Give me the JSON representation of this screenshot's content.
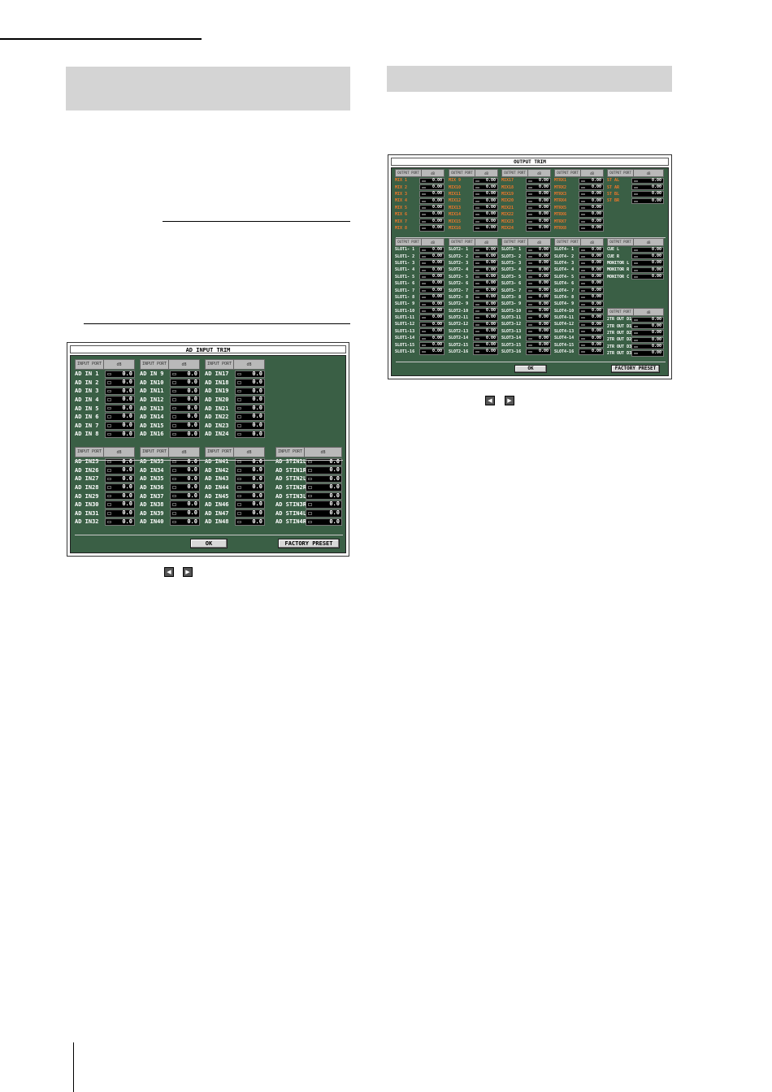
{
  "ad_input_trim": {
    "title": "AD INPUT TRIM",
    "header_port": "INPUT PORT",
    "header_db": "dB",
    "ok": "OK",
    "factory_preset": "FACTORY PRESET",
    "groups": [
      {
        "rows": [
          [
            "AD IN 1",
            "0.0"
          ],
          [
            "AD IN 2",
            "0.0"
          ],
          [
            "AD IN 3",
            "0.0"
          ],
          [
            "AD IN 4",
            "0.0"
          ],
          [
            "AD IN 5",
            "0.0"
          ],
          [
            "AD IN 6",
            "0.0"
          ],
          [
            "AD IN 7",
            "0.0"
          ],
          [
            "AD IN 8",
            "0.0"
          ]
        ]
      },
      {
        "rows": [
          [
            "AD IN 9",
            "0.0"
          ],
          [
            "AD IN10",
            "0.0"
          ],
          [
            "AD IN11",
            "0.0"
          ],
          [
            "AD IN12",
            "0.0"
          ],
          [
            "AD IN13",
            "0.0"
          ],
          [
            "AD IN14",
            "0.0"
          ],
          [
            "AD IN15",
            "0.0"
          ],
          [
            "AD IN16",
            "0.0"
          ]
        ]
      },
      {
        "rows": [
          [
            "AD IN17",
            "0.0"
          ],
          [
            "AD IN18",
            "0.0"
          ],
          [
            "AD IN19",
            "0.0"
          ],
          [
            "AD IN20",
            "0.0"
          ],
          [
            "AD IN21",
            "0.0"
          ],
          [
            "AD IN22",
            "0.0"
          ],
          [
            "AD IN23",
            "0.0"
          ],
          [
            "AD IN24",
            "0.0"
          ]
        ]
      },
      {
        "rows": [
          [
            "AD IN25",
            "0.0"
          ],
          [
            "AD IN26",
            "0.0"
          ],
          [
            "AD IN27",
            "0.0"
          ],
          [
            "AD IN28",
            "0.0"
          ],
          [
            "AD IN29",
            "0.0"
          ],
          [
            "AD IN30",
            "0.0"
          ],
          [
            "AD IN31",
            "0.0"
          ],
          [
            "AD IN32",
            "0.0"
          ]
        ]
      },
      {
        "rows": [
          [
            "AD IN33",
            "0.0"
          ],
          [
            "AD IN34",
            "0.0"
          ],
          [
            "AD IN35",
            "0.0"
          ],
          [
            "AD IN36",
            "0.0"
          ],
          [
            "AD IN37",
            "0.0"
          ],
          [
            "AD IN38",
            "0.0"
          ],
          [
            "AD IN39",
            "0.0"
          ],
          [
            "AD IN40",
            "0.0"
          ]
        ]
      },
      {
        "rows": [
          [
            "AD IN41",
            "0.0"
          ],
          [
            "AD IN42",
            "0.0"
          ],
          [
            "AD IN43",
            "0.0"
          ],
          [
            "AD IN44",
            "0.0"
          ],
          [
            "AD IN45",
            "0.0"
          ],
          [
            "AD IN46",
            "0.0"
          ],
          [
            "AD IN47",
            "0.0"
          ],
          [
            "AD IN48",
            "0.0"
          ]
        ]
      },
      {
        "rows": [
          [
            "AD STIN1L",
            "0.0"
          ],
          [
            "AD STIN1R",
            "0.0"
          ],
          [
            "AD STIN2L",
            "0.0"
          ],
          [
            "AD STIN2R",
            "0.0"
          ],
          [
            "AD STIN3L",
            "0.0"
          ],
          [
            "AD STIN3R",
            "0.0"
          ],
          [
            "AD STIN4L",
            "0.0"
          ],
          [
            "AD STIN4R",
            "0.0"
          ]
        ]
      }
    ]
  },
  "output_trim": {
    "title": "OUTPUT TRIM",
    "header_port": "OUTPUT PORT",
    "header_db": "dB",
    "ok": "OK",
    "factory_preset": "FACTORY PRESET",
    "groups": [
      {
        "rows": [
          [
            "MIX 1",
            "0.00"
          ],
          [
            "MIX 2",
            "0.00"
          ],
          [
            "MIX 3",
            "0.00"
          ],
          [
            "MIX 4",
            "0.00"
          ],
          [
            "MIX 5",
            "0.00"
          ],
          [
            "MIX 6",
            "0.00"
          ],
          [
            "MIX 7",
            "0.00"
          ],
          [
            "MIX 8",
            "0.00"
          ]
        ]
      },
      {
        "rows": [
          [
            "MIX 9",
            "0.00"
          ],
          [
            "MIX10",
            "0.00"
          ],
          [
            "MIX11",
            "0.00"
          ],
          [
            "MIX12",
            "0.00"
          ],
          [
            "MIX13",
            "0.00"
          ],
          [
            "MIX14",
            "0.00"
          ],
          [
            "MIX15",
            "0.00"
          ],
          [
            "MIX16",
            "0.00"
          ]
        ]
      },
      {
        "rows": [
          [
            "MIX17",
            "0.00"
          ],
          [
            "MIX18",
            "0.00"
          ],
          [
            "MIX19",
            "0.00"
          ],
          [
            "MIX20",
            "0.00"
          ],
          [
            "MIX21",
            "0.00"
          ],
          [
            "MIX22",
            "0.00"
          ],
          [
            "MIX23",
            "0.00"
          ],
          [
            "MIX24",
            "0.00"
          ]
        ]
      },
      {
        "rows": [
          [
            "MTRX1",
            "0.00"
          ],
          [
            "MTRX2",
            "0.00"
          ],
          [
            "MTRX3",
            "0.00"
          ],
          [
            "MTRX4",
            "0.00"
          ],
          [
            "MTRX5",
            "0.00"
          ],
          [
            "MTRX6",
            "0.00"
          ],
          [
            "MTRX7",
            "0.00"
          ],
          [
            "MTRX8",
            "0.00"
          ]
        ]
      },
      {
        "rows": [
          [
            "ST AL",
            "0.00"
          ],
          [
            "ST AR",
            "0.00"
          ],
          [
            "ST BL",
            "0.00"
          ],
          [
            "ST BR",
            "0.00"
          ]
        ]
      },
      {
        "rows": [
          [
            "SLOT1- 1",
            "0.00"
          ],
          [
            "SLOT1- 2",
            "0.00"
          ],
          [
            "SLOT1- 3",
            "0.00"
          ],
          [
            "SLOT1- 4",
            "0.00"
          ],
          [
            "SLOT1- 5",
            "0.00"
          ],
          [
            "SLOT1- 6",
            "0.00"
          ],
          [
            "SLOT1- 7",
            "0.00"
          ],
          [
            "SLOT1- 8",
            "0.00"
          ],
          [
            "SLOT1- 9",
            "0.00"
          ],
          [
            "SLOT1-10",
            "0.00"
          ],
          [
            "SLOT1-11",
            "0.00"
          ],
          [
            "SLOT1-12",
            "0.00"
          ],
          [
            "SLOT1-13",
            "0.00"
          ],
          [
            "SLOT1-14",
            "0.00"
          ],
          [
            "SLOT1-15",
            "0.00"
          ],
          [
            "SLOT1-16",
            "0.00"
          ]
        ]
      },
      {
        "rows": [
          [
            "SLOT2- 1",
            "0.00"
          ],
          [
            "SLOT2- 2",
            "0.00"
          ],
          [
            "SLOT2- 3",
            "0.00"
          ],
          [
            "SLOT2- 4",
            "0.00"
          ],
          [
            "SLOT2- 5",
            "0.00"
          ],
          [
            "SLOT2- 6",
            "0.00"
          ],
          [
            "SLOT2- 7",
            "0.00"
          ],
          [
            "SLOT2- 8",
            "0.00"
          ],
          [
            "SLOT2- 9",
            "0.00"
          ],
          [
            "SLOT2-10",
            "0.00"
          ],
          [
            "SLOT2-11",
            "0.00"
          ],
          [
            "SLOT2-12",
            "0.00"
          ],
          [
            "SLOT2-13",
            "0.00"
          ],
          [
            "SLOT2-14",
            "0.00"
          ],
          [
            "SLOT2-15",
            "0.00"
          ],
          [
            "SLOT2-16",
            "0.00"
          ]
        ]
      },
      {
        "rows": [
          [
            "SLOT3- 1",
            "0.00"
          ],
          [
            "SLOT3- 2",
            "0.00"
          ],
          [
            "SLOT3- 3",
            "0.00"
          ],
          [
            "SLOT3- 4",
            "0.00"
          ],
          [
            "SLOT3- 5",
            "0.00"
          ],
          [
            "SLOT3- 6",
            "0.00"
          ],
          [
            "SLOT3- 7",
            "0.00"
          ],
          [
            "SLOT3- 8",
            "0.00"
          ],
          [
            "SLOT3- 9",
            "0.00"
          ],
          [
            "SLOT3-10",
            "0.00"
          ],
          [
            "SLOT3-11",
            "0.00"
          ],
          [
            "SLOT3-12",
            "0.00"
          ],
          [
            "SLOT3-13",
            "0.00"
          ],
          [
            "SLOT3-14",
            "0.00"
          ],
          [
            "SLOT3-15",
            "0.00"
          ],
          [
            "SLOT3-16",
            "0.00"
          ]
        ]
      },
      {
        "rows": [
          [
            "SLOT4- 1",
            "0.00"
          ],
          [
            "SLOT4- 2",
            "0.00"
          ],
          [
            "SLOT4- 3",
            "0.00"
          ],
          [
            "SLOT4- 4",
            "0.00"
          ],
          [
            "SLOT4- 5",
            "0.00"
          ],
          [
            "SLOT4- 6",
            "0.00"
          ],
          [
            "SLOT4- 7",
            "0.00"
          ],
          [
            "SLOT4- 8",
            "0.00"
          ],
          [
            "SLOT4- 9",
            "0.00"
          ],
          [
            "SLOT4-10",
            "0.00"
          ],
          [
            "SLOT4-11",
            "0.00"
          ],
          [
            "SLOT4-12",
            "0.00"
          ],
          [
            "SLOT4-13",
            "0.00"
          ],
          [
            "SLOT4-14",
            "0.00"
          ],
          [
            "SLOT4-15",
            "0.00"
          ],
          [
            "SLOT4-16",
            "0.00"
          ]
        ]
      },
      {
        "rows": [
          [
            "CUE L",
            "0.00"
          ],
          [
            "CUE R",
            "0.00"
          ],
          [
            "MONITOR L",
            "0.00"
          ],
          [
            "MONITOR R",
            "0.00"
          ],
          [
            "MONITOR C",
            "0.00"
          ]
        ]
      },
      {
        "rows": [
          [
            "2TR OUT D1L",
            "0.00"
          ],
          [
            "2TR OUT D1R",
            "0.00"
          ],
          [
            "2TR OUT D2L",
            "0.00"
          ],
          [
            "2TR OUT D2R",
            "0.00"
          ],
          [
            "2TR OUT D3L",
            "0.00"
          ],
          [
            "2TR OUT D3R",
            "0.00"
          ]
        ]
      }
    ]
  },
  "colors": {
    "panel_green": "#3a5f45",
    "mix_label_orange": "#f0782a"
  },
  "icons": {
    "left": "left-arrow-icon",
    "right": "right-arrow-icon"
  }
}
